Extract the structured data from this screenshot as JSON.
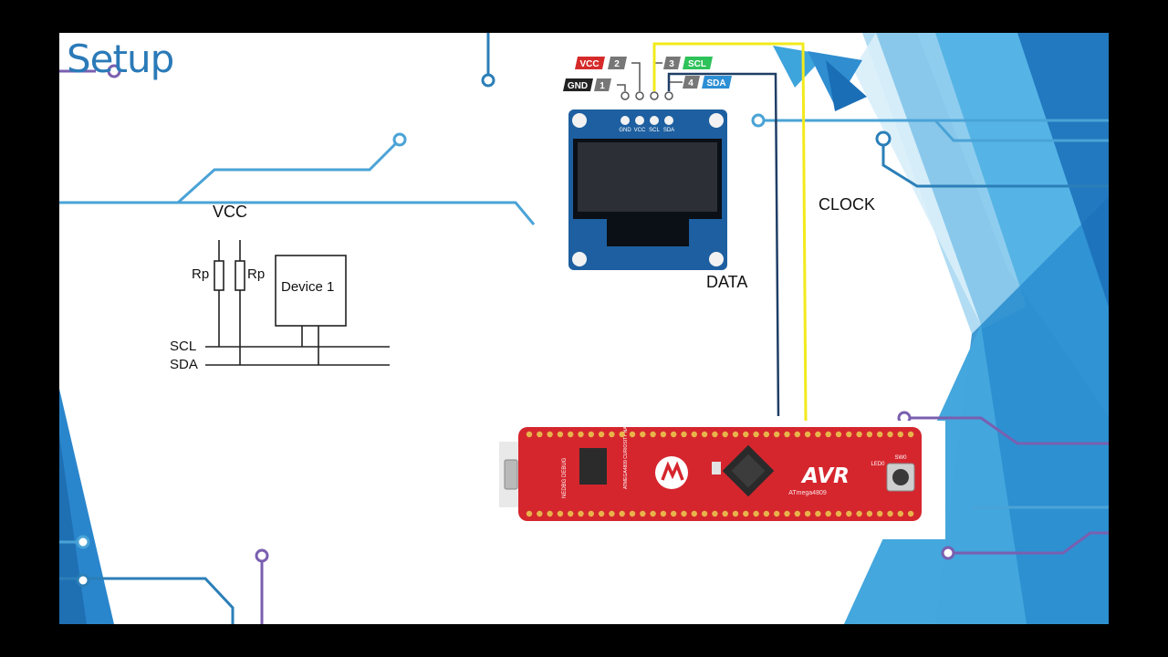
{
  "slide": {
    "title": "Setup"
  },
  "circuit": {
    "vcc_label": "VCC",
    "resistor_label_1": "Rp",
    "resistor_label_2": "Rp",
    "device_label": "Device 1",
    "scl_label": "SCL",
    "sda_label": "SDA"
  },
  "oled": {
    "pins": [
      {
        "number": "1",
        "name": "GND",
        "color": "#222222"
      },
      {
        "number": "2",
        "name": "VCC",
        "color": "#d62a2a"
      },
      {
        "number": "3",
        "name": "SCL",
        "color": "#2ec25a"
      },
      {
        "number": "4",
        "name": "SDA",
        "color": "#2d8fd4"
      }
    ],
    "board_pin_labels": [
      "GND",
      "VCC",
      "SCL",
      "SDA"
    ]
  },
  "wires": {
    "clock_label": "CLOCK",
    "data_label": "DATA",
    "clock_color": "#f2ea1c",
    "data_color": "#1f3e66"
  },
  "board": {
    "brand": "AVR",
    "chip": "ATmega4809",
    "side_text": "ATMEGA4809 CURIOSITY NANO",
    "debug_text": "NEDBG DEBUG",
    "button_label": "SW0",
    "led_label": "LED0",
    "color": "#d5262e"
  }
}
